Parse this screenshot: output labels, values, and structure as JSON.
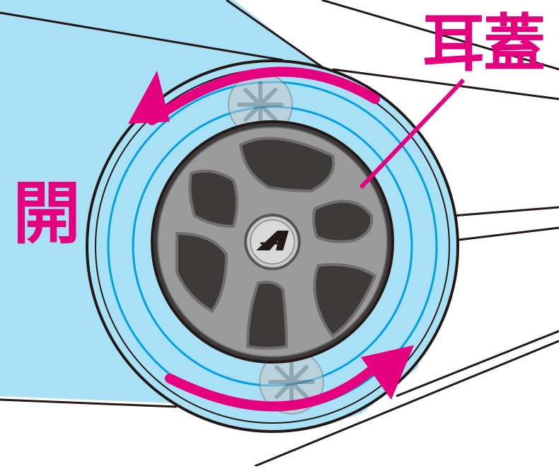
{
  "labels": {
    "ear_cap": "耳蓋",
    "open": "開"
  },
  "colors": {
    "accent": "#e4007f",
    "ear_pad": "#a8e0f5",
    "ring_line": "#00a0e9",
    "cap_gray": "#9b9b9b",
    "cap_dark": "#3e3a39",
    "outline": "#231815"
  },
  "icons": {
    "rotation_arrows": "counter-clockwise-arrows",
    "center_logo": "alfa-logo"
  }
}
